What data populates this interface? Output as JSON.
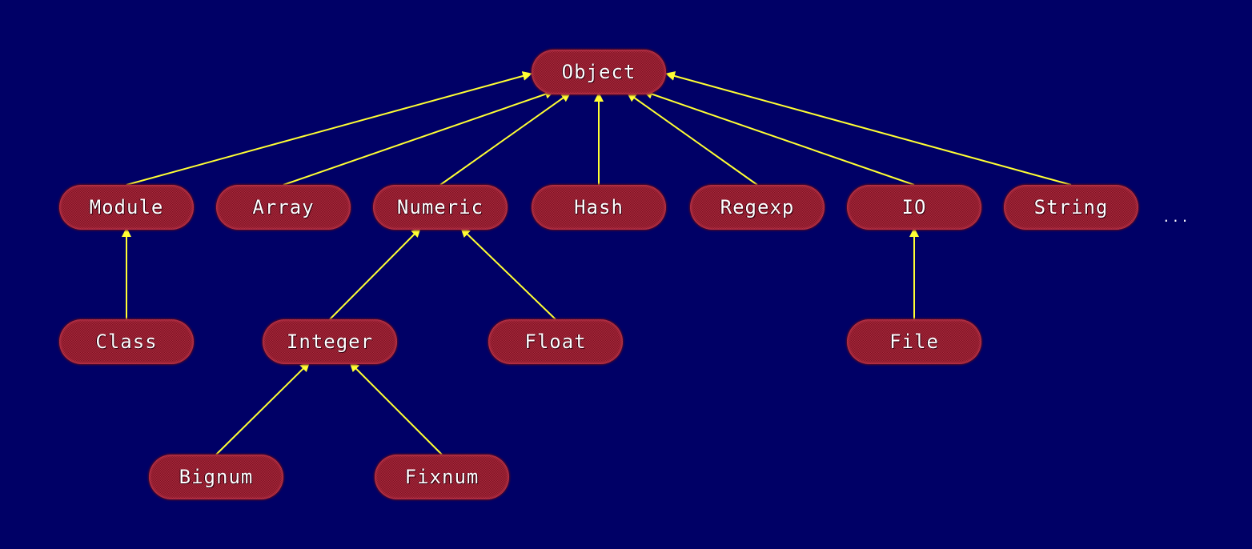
{
  "diagram": {
    "nodes": {
      "object": "Object",
      "module": "Module",
      "array": "Array",
      "numeric": "Numeric",
      "hash": "Hash",
      "regexp": "Regexp",
      "io": "IO",
      "string": "String",
      "class": "Class",
      "integer": "Integer",
      "float": "Float",
      "file": "File",
      "bignum": "Bignum",
      "fixnum": "Fixnum"
    },
    "more": "...",
    "edges": [
      {
        "from": "module",
        "to": "object"
      },
      {
        "from": "array",
        "to": "object"
      },
      {
        "from": "numeric",
        "to": "object"
      },
      {
        "from": "hash",
        "to": "object"
      },
      {
        "from": "regexp",
        "to": "object"
      },
      {
        "from": "io",
        "to": "object"
      },
      {
        "from": "string",
        "to": "object"
      },
      {
        "from": "class",
        "to": "module"
      },
      {
        "from": "integer",
        "to": "numeric"
      },
      {
        "from": "float",
        "to": "numeric"
      },
      {
        "from": "file",
        "to": "io"
      },
      {
        "from": "bignum",
        "to": "integer"
      },
      {
        "from": "fixnum",
        "to": "integer"
      }
    ],
    "colors": {
      "background": "#000066",
      "node_fill": "#a8283c",
      "edge": "#ffff33",
      "text": "#ffffff"
    }
  }
}
